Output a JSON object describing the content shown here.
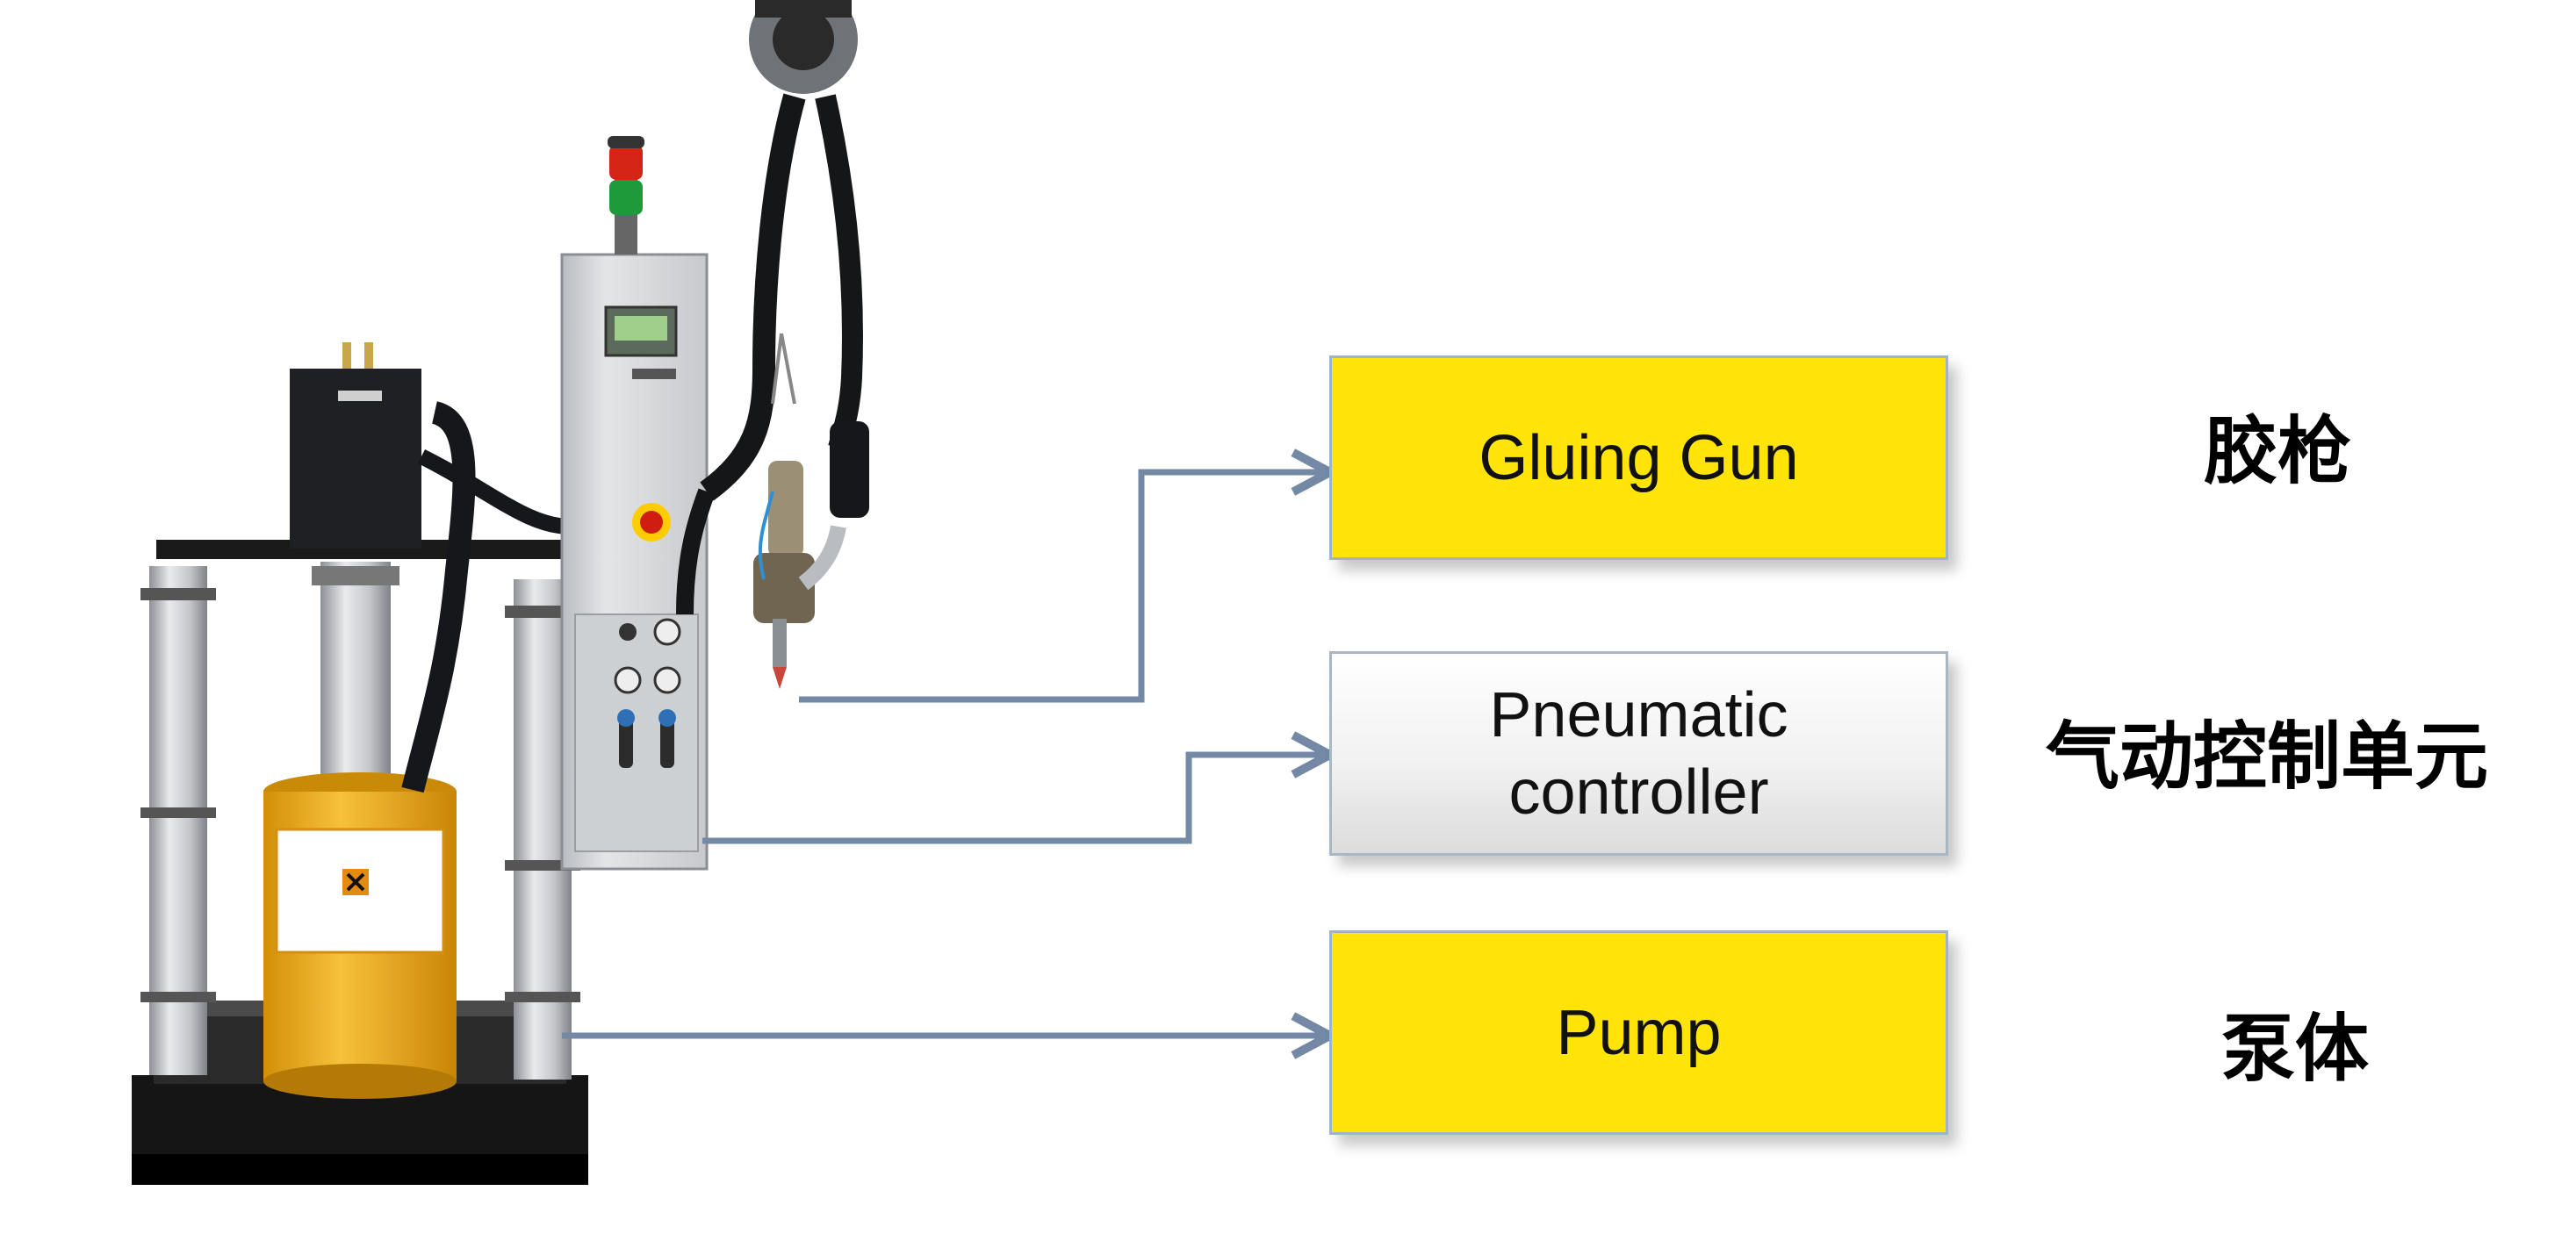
{
  "colors": {
    "box_fill": "#FFE40A",
    "box_border": "#9FB4C9",
    "connector": "#7389A6",
    "machine_panel": "#D6D8DB",
    "drum": "#F2B21B"
  },
  "components": [
    {
      "label": "Gluing Gun",
      "label_cn": "胶枪",
      "style": "yellow"
    },
    {
      "label": "Pneumatic controller",
      "label_line1": "Pneumatic",
      "label_line2": "controller",
      "label_cn": "气动控制单元",
      "style": "white"
    },
    {
      "label": "Pump",
      "label_cn": "泵体",
      "style": "yellow"
    }
  ]
}
